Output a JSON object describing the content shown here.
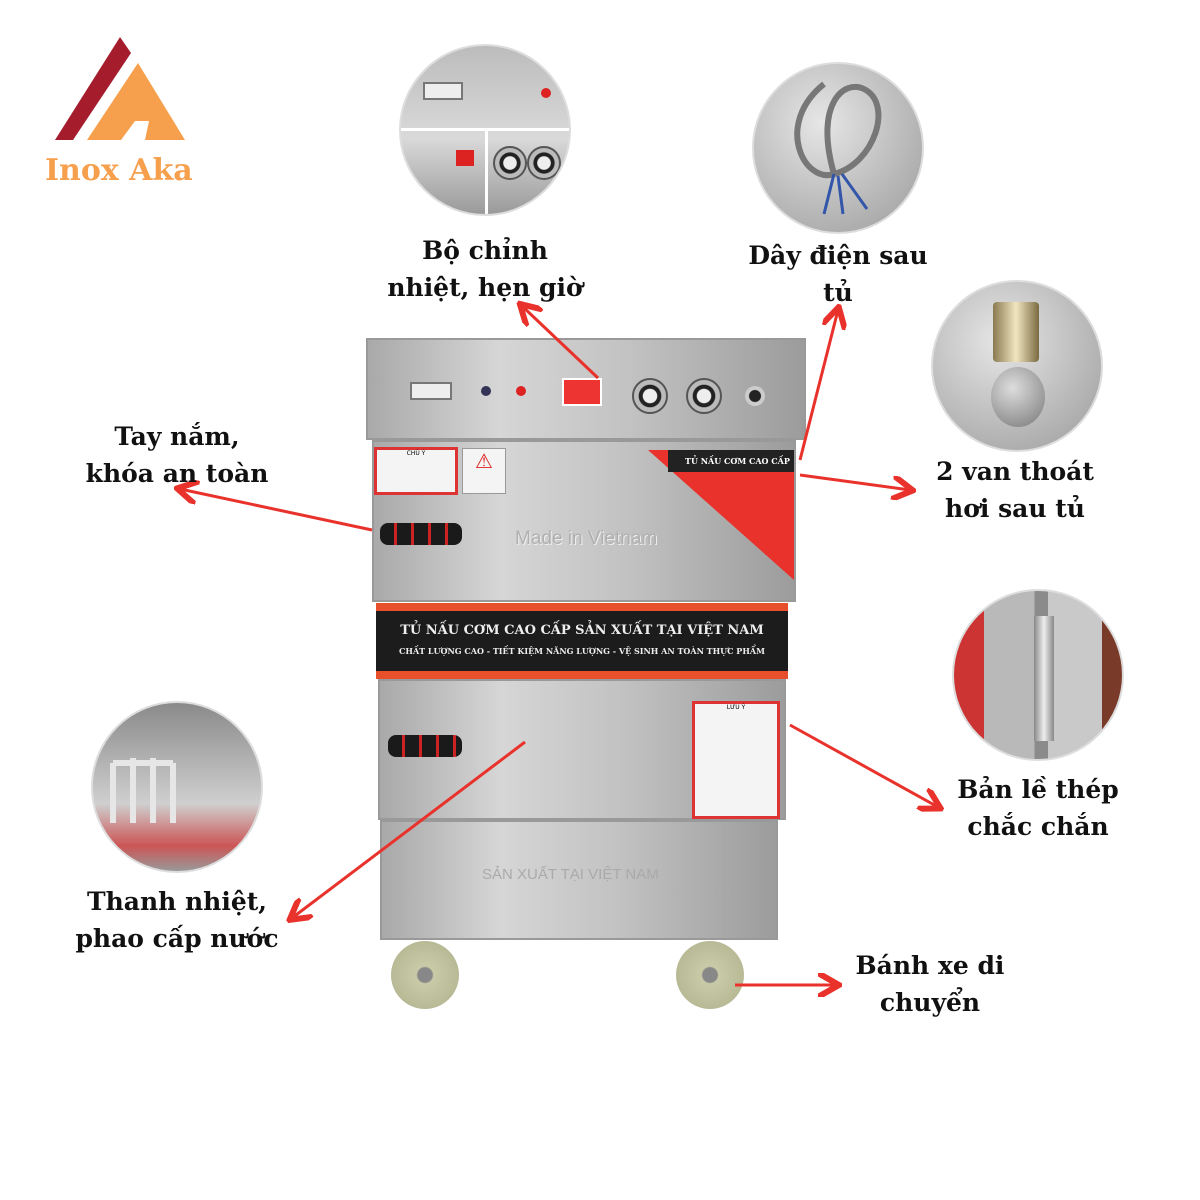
{
  "brand": {
    "name": "Inox Aka",
    "colors": {
      "dark": "#a51d2d",
      "light": "#f6a04d"
    }
  },
  "accent": "#e8322b",
  "cabinet": {
    "door_emboss": "Made in Vietnam",
    "corner_sticker_title": "TỦ NẤU CƠM CAO CẤP",
    "warning_sticker_title": "CHÚ Ý",
    "banner_title": "TỦ NẤU CƠM CAO CẤP SẢN XUẤT TẠI VIỆT NAM",
    "banner_subtitle": "CHẤT LƯỢNG CAO - TIẾT KIỆM NĂNG LƯỢNG - VỆ SINH AN TOÀN THỰC PHẨM",
    "lower_sticker_title": "LƯU Ý",
    "drawer_emboss": "SẢN XUẤT TẠI VIỆT NAM"
  },
  "callouts": {
    "controls": [
      "Bộ chỉnh",
      "nhiệt, hẹn giờ"
    ],
    "cable": [
      "Dây điện sau",
      "tủ"
    ],
    "handle": [
      "Tay nắm,",
      "khóa an toàn"
    ],
    "valve": [
      "2 van thoát",
      "hơi sau tủ"
    ],
    "hinge": [
      "Bản lề thép",
      "chắc chắn"
    ],
    "heater": [
      "Thanh nhiệt,",
      "phao cấp nước"
    ],
    "wheel": [
      "Bánh xe di",
      "chuyển"
    ]
  }
}
